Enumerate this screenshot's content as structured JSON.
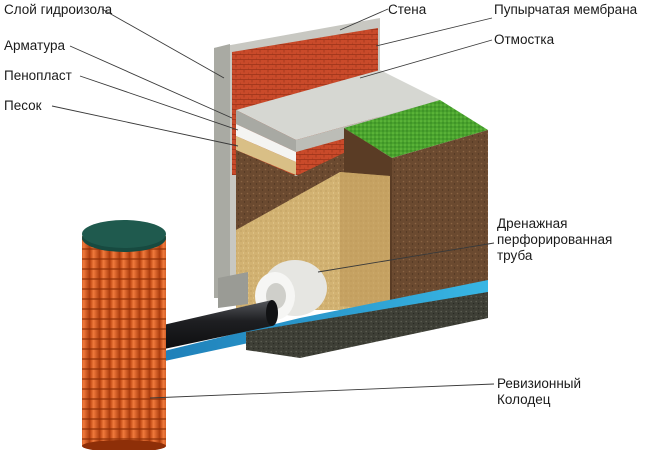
{
  "labels": {
    "waterproofing": "Слой гидроизола",
    "rebar": "Арматура",
    "foam": "Пенопласт",
    "sand": "Песок",
    "wall": "Стена",
    "membrane": "Пупырчатая мембрана",
    "blind_area": "Отмостка",
    "drain_pipe": [
      "Дренажная",
      "перфорированная",
      "труба"
    ],
    "inspection_well": [
      "Ревизионный",
      "Колодец"
    ]
  },
  "colors": {
    "brick": "#c94a2a",
    "concrete": "#cfd0cc",
    "soil": "#6b4a30",
    "sand": "#d4b474",
    "water": "#2fa0d0",
    "grass": "#4aa32e",
    "gravel": "#3e3f36",
    "well_body": "#d8551f",
    "well_cap": "#1f5a4e",
    "pipe": "#1e1f22"
  }
}
